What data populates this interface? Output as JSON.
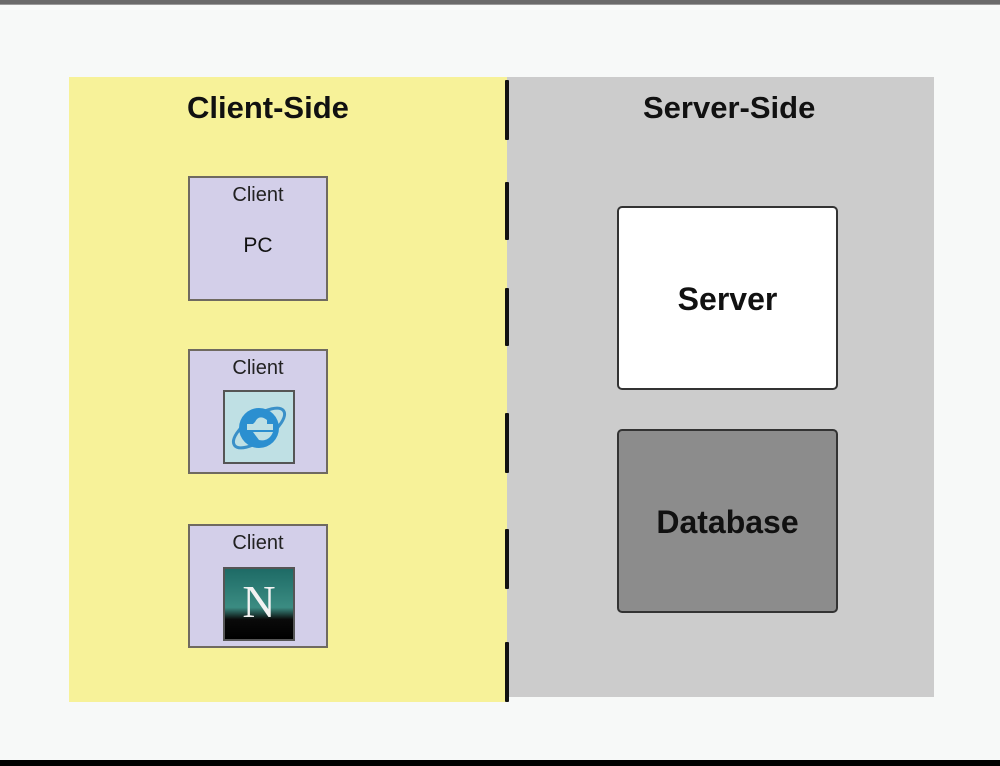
{
  "diagram": {
    "client_side": {
      "title": "Client-Side",
      "background_color": "#f7f299",
      "clients": [
        {
          "label": "Client",
          "content": "PC",
          "icon": "pc-text"
        },
        {
          "label": "Client",
          "content": "",
          "icon": "internet-explorer-icon"
        },
        {
          "label": "Client",
          "content": "",
          "icon": "netscape-navigator-icon"
        }
      ]
    },
    "server_side": {
      "title": "Server-Side",
      "background_color": "#cccccc",
      "components": [
        {
          "label": "Server",
          "color": "#ffffff"
        },
        {
          "label": "Database",
          "color": "#8c8c8c"
        }
      ]
    },
    "divider": {
      "style": "dashed"
    }
  }
}
